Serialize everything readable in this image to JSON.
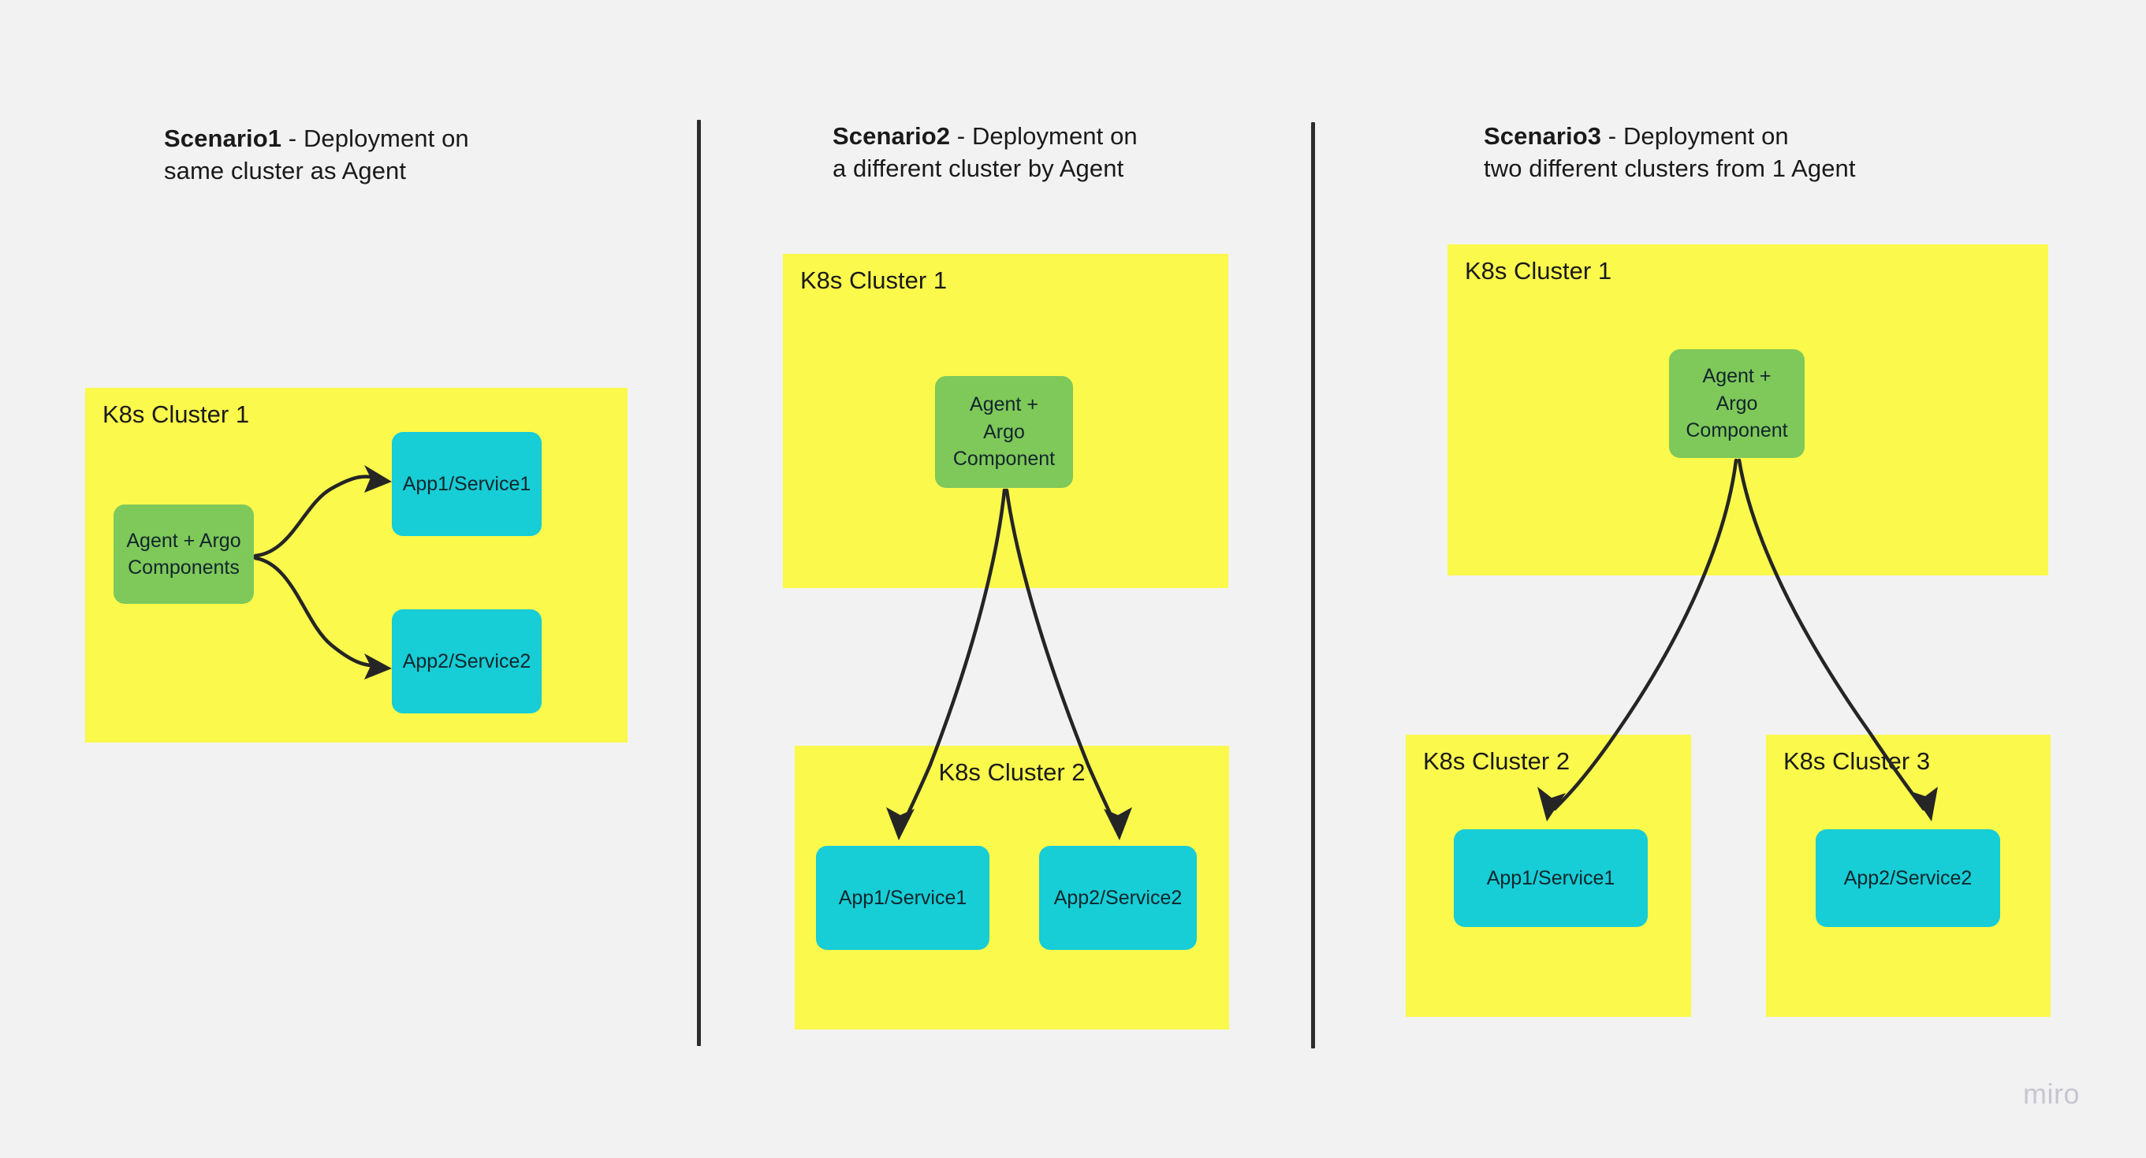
{
  "canvas": {
    "background_color": "#f2f2f2",
    "watermark": "miro"
  },
  "palette": {
    "cluster_yellow": "#faf94c",
    "agent_green": "#7fc85a",
    "app_cyan": "#17cdd6",
    "arrow_black": "#252525",
    "divider_black": "#2d2d2d",
    "text_dark": "#1a1a1a",
    "watermark_gray": "#c6c6d0"
  },
  "scenarios": [
    {
      "id": "scenario-1",
      "title_bold": "Scenario1",
      "title_rest": " - Deployment on\nsame cluster as Agent",
      "clusters": [
        {
          "id": "s1-cluster-1",
          "label": "K8s Cluster 1",
          "label_align": "left"
        }
      ],
      "nodes": [
        {
          "id": "s1-agent",
          "label": "Agent + Argo\nComponents",
          "kind": "green"
        },
        {
          "id": "s1-app1",
          "label": "App1/Service1",
          "kind": "cyan"
        },
        {
          "id": "s1-app2",
          "label": "App2/Service2",
          "kind": "cyan"
        }
      ]
    },
    {
      "id": "scenario-2",
      "title_bold": "Scenario2",
      "title_rest": " - Deployment on\na different cluster by Agent",
      "clusters": [
        {
          "id": "s2-cluster-1",
          "label": "K8s Cluster 1",
          "label_align": "left"
        },
        {
          "id": "s2-cluster-2",
          "label": "K8s Cluster 2",
          "label_align": "center"
        }
      ],
      "nodes": [
        {
          "id": "s2-agent",
          "label": "Agent +\nArgo\nComponent",
          "kind": "green"
        },
        {
          "id": "s2-app1",
          "label": "App1/Service1",
          "kind": "cyan"
        },
        {
          "id": "s2-app2",
          "label": "App2/Service2",
          "kind": "cyan"
        }
      ]
    },
    {
      "id": "scenario-3",
      "title_bold": "Scenario3",
      "title_rest": " - Deployment on\ntwo different clusters from 1 Agent",
      "clusters": [
        {
          "id": "s3-cluster-1",
          "label": "K8s Cluster 1",
          "label_align": "left"
        },
        {
          "id": "s3-cluster-2",
          "label": "K8s Cluster 2",
          "label_align": "left"
        },
        {
          "id": "s3-cluster-3",
          "label": "K8s Cluster 3",
          "label_align": "left"
        }
      ],
      "nodes": [
        {
          "id": "s3-agent",
          "label": "Agent +\nArgo\nComponent",
          "kind": "green"
        },
        {
          "id": "s3-app1",
          "label": "App1/Service1",
          "kind": "cyan"
        },
        {
          "id": "s3-app2",
          "label": "App2/Service2",
          "kind": "cyan"
        }
      ]
    }
  ]
}
